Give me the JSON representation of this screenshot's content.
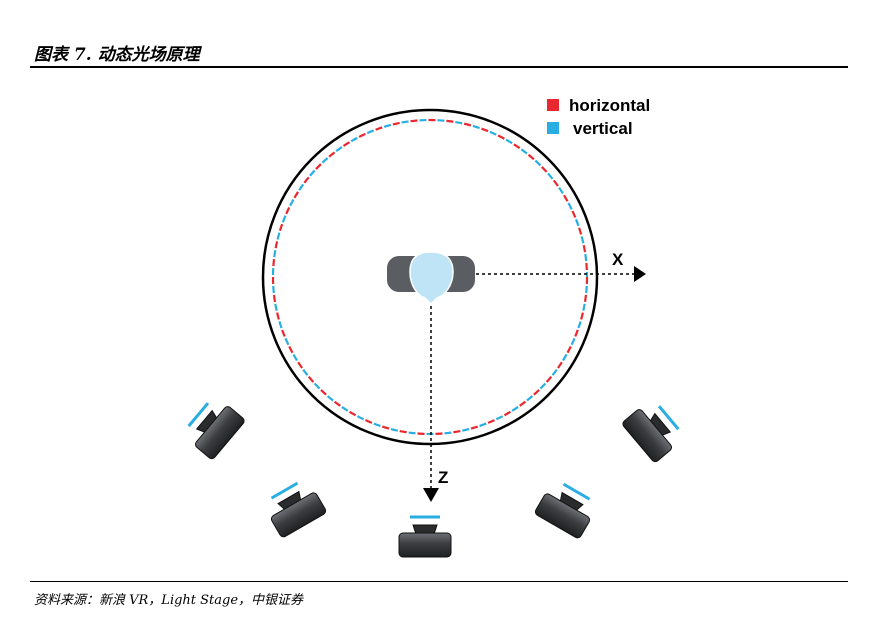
{
  "figure": {
    "title": "图表 7. 动态光场原理",
    "source": "资料来源：新浪 VR，Light Stage，中银证券"
  },
  "legend": [
    {
      "label": "horizontal",
      "color": "#e8282e"
    },
    {
      "label": "vertical",
      "color": "#29aee3"
    }
  ],
  "axes": {
    "x_label": "X",
    "z_label": "Z"
  },
  "icons": {
    "subject": "head-icon",
    "camera": "camera-icon",
    "arrow": "arrow-icon"
  },
  "colors": {
    "ring": "#000000",
    "camera_body": "#3b3d40",
    "camera_highlight": "#6d7075",
    "head_fill": "#bfe4f5",
    "head_side": "#5a5d61",
    "axis": "#000000"
  }
}
